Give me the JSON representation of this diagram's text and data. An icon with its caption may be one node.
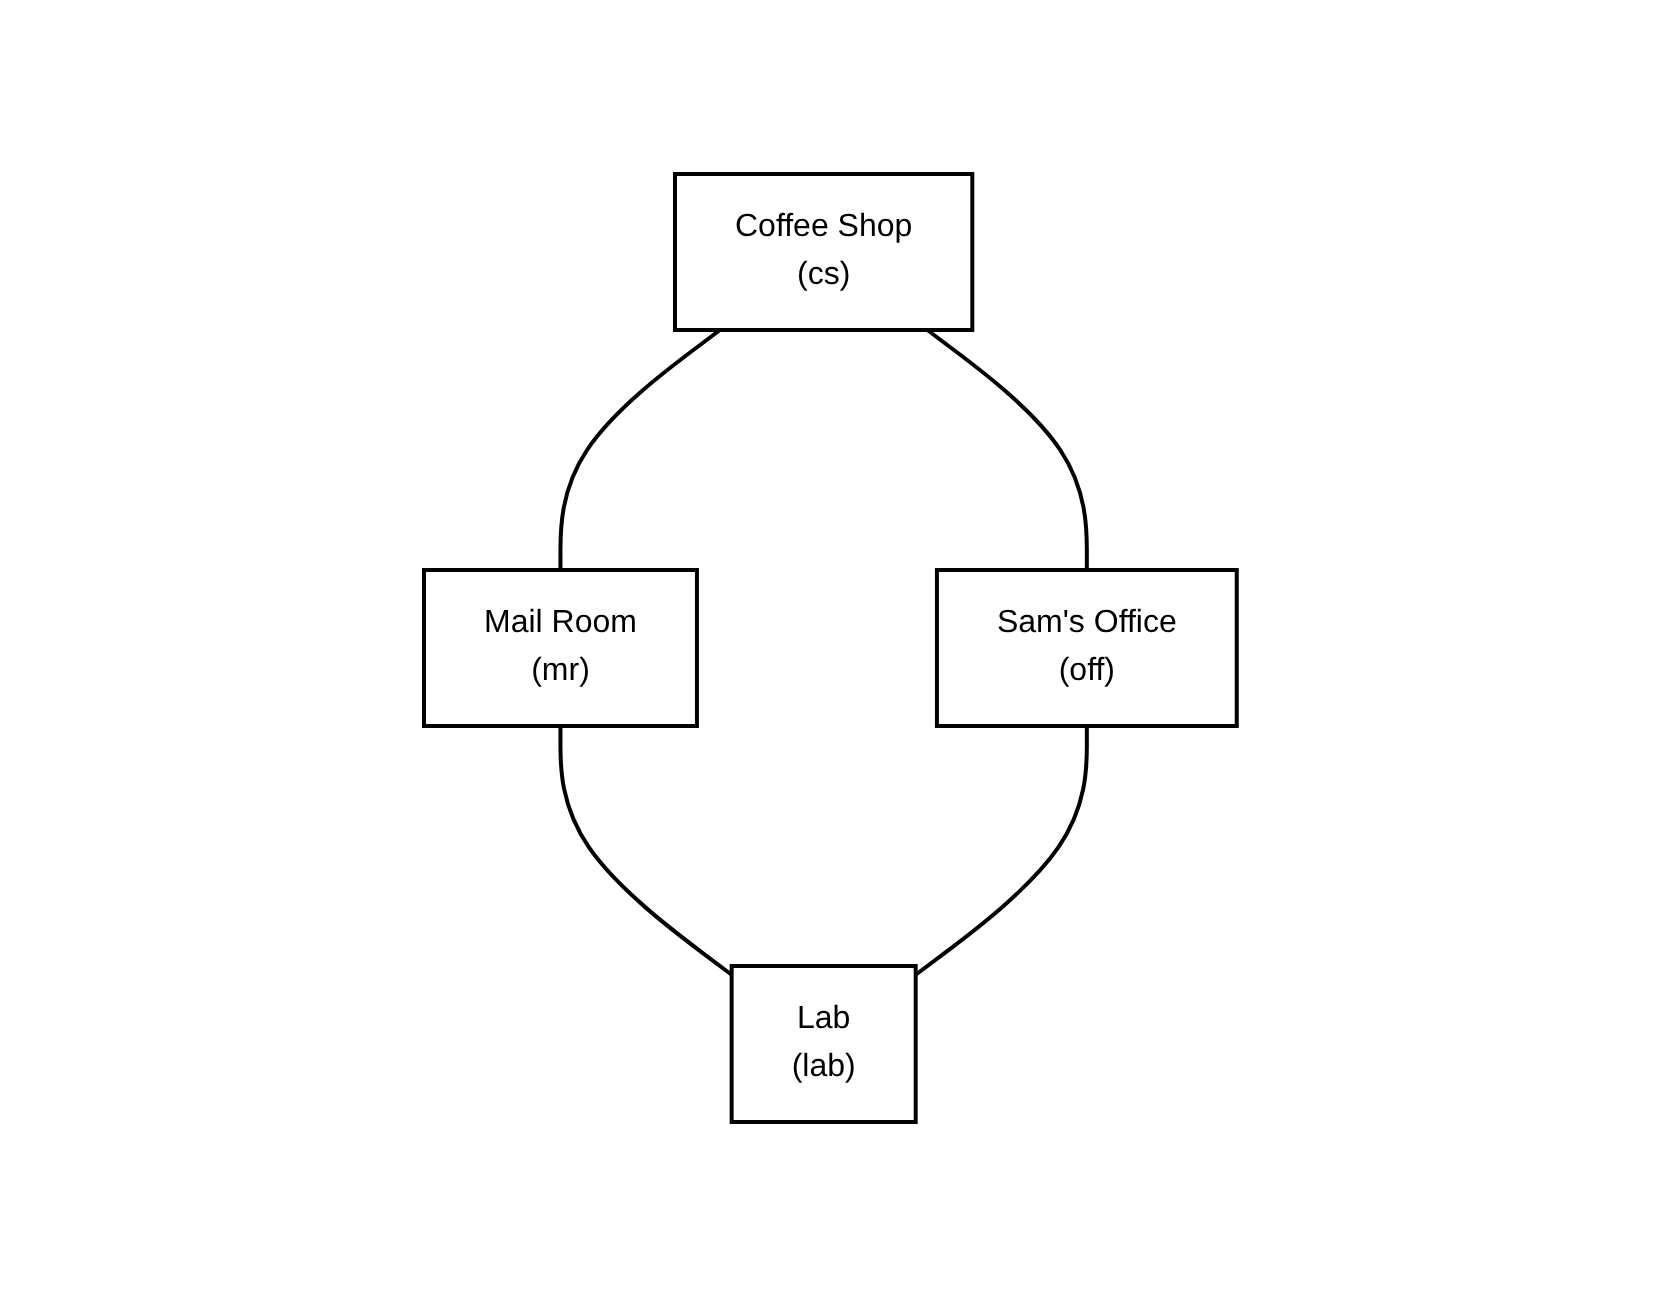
{
  "diagram": {
    "nodes": [
      {
        "text": [
          "Coffee Shop",
          "(cs)"
        ]
      },
      {
        "text": [
          "Sam's Office",
          "(off)"
        ]
      },
      {
        "text": [
          "Mail Room",
          "(mr)"
        ]
      },
      {
        "text": [
          "Lab",
          "(lab)"
        ]
      }
    ],
    "edges": [
      {
        "from": 0,
        "to": 1,
        "arrow": "none"
      },
      {
        "from": 0,
        "to": 2,
        "arrow": "none"
      },
      {
        "from": 2,
        "to": 3,
        "arrow": "none"
      },
      {
        "from": 1,
        "to": 3,
        "arrow": "none"
      }
    ]
  }
}
